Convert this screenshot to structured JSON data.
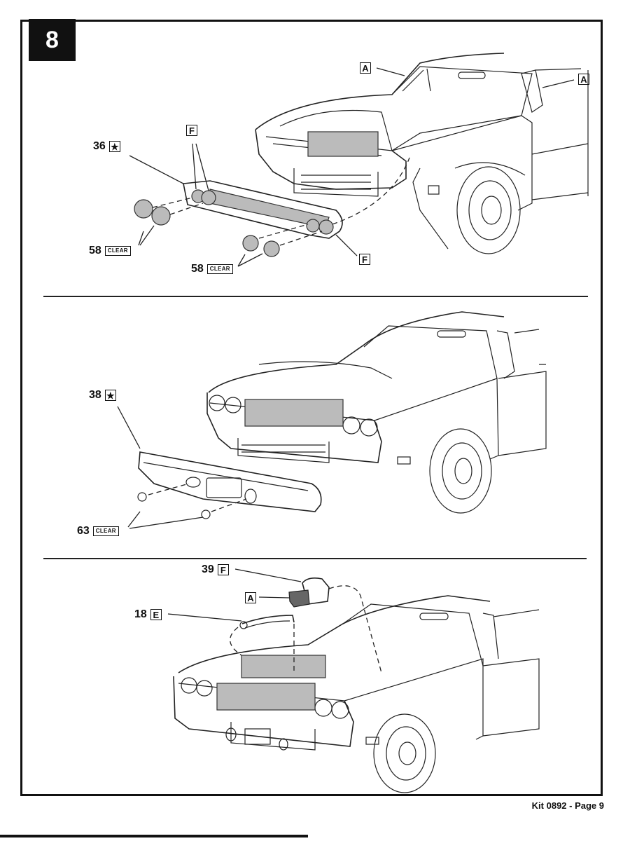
{
  "document": {
    "type": "model kit assembly instructions",
    "step_number": "8",
    "footer": "Kit 0892 - Page 9"
  },
  "panels": [
    {
      "id": "panel-1",
      "callouts": [
        {
          "part": "36",
          "tag": "★",
          "tag_type": "star"
        },
        {
          "part": "",
          "tag": "F",
          "tag_type": "letter"
        },
        {
          "part": "58",
          "tag": "CLEAR",
          "tag_type": "clear"
        },
        {
          "part": "58",
          "tag": "CLEAR",
          "tag_type": "clear"
        },
        {
          "part": "",
          "tag": "F",
          "tag_type": "letter"
        },
        {
          "part": "",
          "tag": "A",
          "tag_type": "letter"
        },
        {
          "part": "",
          "tag": "A",
          "tag_type": "letter"
        }
      ]
    },
    {
      "id": "panel-2",
      "callouts": [
        {
          "part": "38",
          "tag": "★",
          "tag_type": "star"
        },
        {
          "part": "63",
          "tag": "CLEAR",
          "tag_type": "clear"
        }
      ]
    },
    {
      "id": "panel-3",
      "callouts": [
        {
          "part": "39",
          "tag": "F",
          "tag_type": "letter"
        },
        {
          "part": "",
          "tag": "A",
          "tag_type": "letter"
        },
        {
          "part": "18",
          "tag": "E",
          "tag_type": "letter"
        }
      ]
    }
  ]
}
